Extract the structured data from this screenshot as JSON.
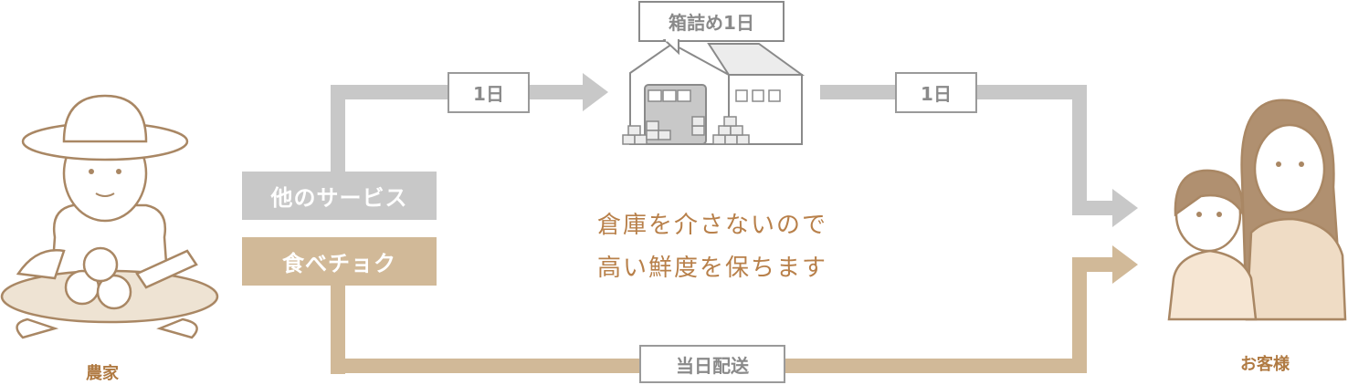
{
  "labels": {
    "other_service": "他のサービス",
    "tabechoku": "食べチョク",
    "packing": "箱詰め1日",
    "day1_a": "1日",
    "day1_b": "1日",
    "same_day": "当日配送",
    "message_line1": "倉庫を介さないので",
    "message_line2": "高い鮮度を保ちます",
    "farmer": "農家",
    "customer": "お客様"
  },
  "colors": {
    "gray_route": "#c8c8c8",
    "tan_route": "#d1b998",
    "accent_text": "#b8804a"
  }
}
